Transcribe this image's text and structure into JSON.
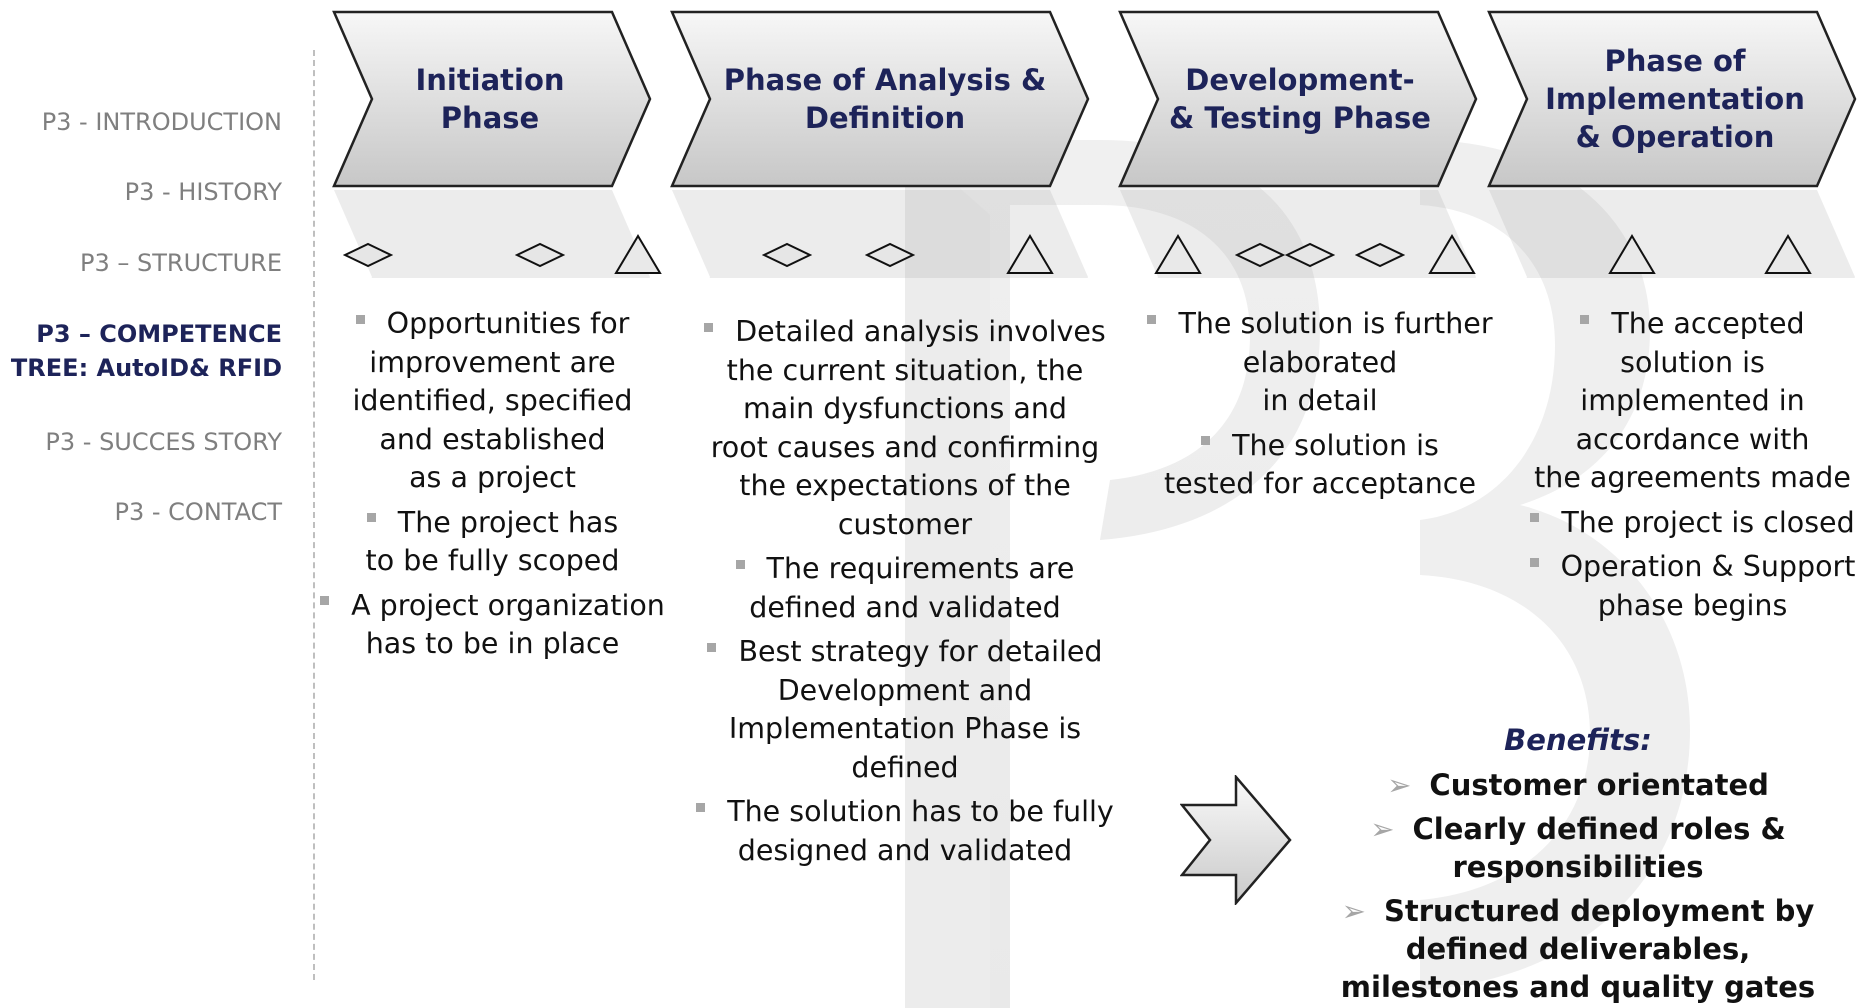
{
  "nav": {
    "items": [
      {
        "label": "P3 - INTRODUCTION",
        "active": false
      },
      {
        "label": "P3 - HISTORY",
        "active": false
      },
      {
        "label": "P3 – STRUCTURE",
        "active": false
      },
      {
        "label_line1": "P3 – COMPETENCE",
        "label_line2": "TREE: AutoID& RFID",
        "active": true
      },
      {
        "label": "P3 - SUCCES STORY",
        "active": false
      },
      {
        "label": "P3 - CONTACT",
        "active": false
      }
    ]
  },
  "phases": [
    {
      "title_lines": [
        "Initiation",
        "Phase"
      ],
      "milestones": [
        "diamond",
        "diamond",
        "triangle"
      ],
      "bullets": [
        [
          "Opportunities for",
          "improvement are",
          "identified, specified",
          "and established",
          "as a project"
        ],
        [
          "The project has",
          "to be fully scoped"
        ],
        [
          "A project organization",
          "has to be in place"
        ]
      ]
    },
    {
      "title_lines": [
        "Phase of Analysis &",
        "Definition"
      ],
      "milestones": [
        "diamond",
        "diamond",
        "triangle"
      ],
      "bullets": [
        [
          "Detailed analysis involves",
          "the current situation, the",
          "main dysfunctions and",
          "root causes and confirming",
          "the expectations of the",
          "customer"
        ],
        [
          "The requirements are",
          "defined and validated"
        ],
        [
          "Best strategy for detailed",
          "Development and",
          "Implementation Phase is",
          "defined"
        ],
        [
          "The solution has to be fully",
          "designed and validated"
        ]
      ]
    },
    {
      "title_lines": [
        "Development-",
        "& Testing Phase"
      ],
      "milestones": [
        "triangle",
        "diamond",
        "diamond",
        "diamond",
        "triangle"
      ],
      "bullets": [
        [
          "The solution is further",
          "elaborated",
          "in detail"
        ],
        [
          "The solution is",
          "tested for acceptance"
        ]
      ]
    },
    {
      "title_lines": [
        "Phase of",
        "Implementation",
        "& Operation"
      ],
      "milestones": [
        "triangle",
        "triangle"
      ],
      "bullets": [
        [
          "The accepted",
          "solution is",
          "implemented in",
          "accordance with",
          "the agreements made"
        ],
        [
          "The project is closed"
        ],
        [
          "Operation & Support",
          "phase begins"
        ]
      ]
    }
  ],
  "benefits": {
    "title": "Benefits:",
    "items": [
      [
        "Customer orientated"
      ],
      [
        "Clearly defined roles &",
        "responsibilities"
      ],
      [
        "Structured deployment by",
        "defined deliverables,",
        "milestones and quality gates"
      ]
    ]
  },
  "colors": {
    "accent_navy": "#1d2359",
    "nav_gray": "#7f7f7f",
    "chevron_top": "#f7f7f7",
    "chevron_bottom": "#c7c7c7",
    "watermark": "#eeeeee"
  },
  "icons": {
    "milestone_diamond": "diamond-milestone-icon",
    "quality_gate_triangle": "triangle-gate-icon",
    "big_arrow": "chevron-arrow-icon",
    "bullet": "square-bullet-icon",
    "benefit_bullet": "arrowhead-bullet-icon",
    "watermark": "p3-logo-watermark"
  }
}
